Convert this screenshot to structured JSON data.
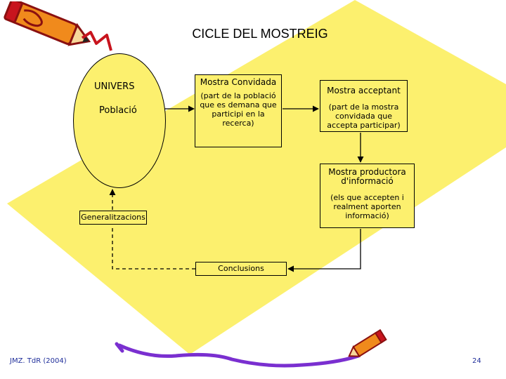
{
  "title": "CICLE DEL MOSTREIG",
  "universe": {
    "label_top": "UNIVERS",
    "label_bottom": "Població"
  },
  "boxes": {
    "invited": {
      "heading": "Mostra Convidada",
      "body": "(part de la població que es demana que participi en la recerca)"
    },
    "accepting": {
      "heading": "Mostra acceptant",
      "body": "(part de la mostra convidada que accepta participar)"
    },
    "producing": {
      "heading": "Mostra productora d'informació",
      "body": "(els que accepten i realment aporten informació)"
    },
    "generalizations": "Generalitzacions",
    "conclusions": "Conclusions"
  },
  "footer": {
    "credit": "JMZ. TdR (2004)",
    "page_number": "24"
  },
  "colors": {
    "background_shape": "#fcf06e",
    "pencil_orange": "#f08a1c",
    "pencil_red": "#c8141e",
    "pencil_purple": "#7a2fd0",
    "footer_text": "#1f2e9a"
  }
}
